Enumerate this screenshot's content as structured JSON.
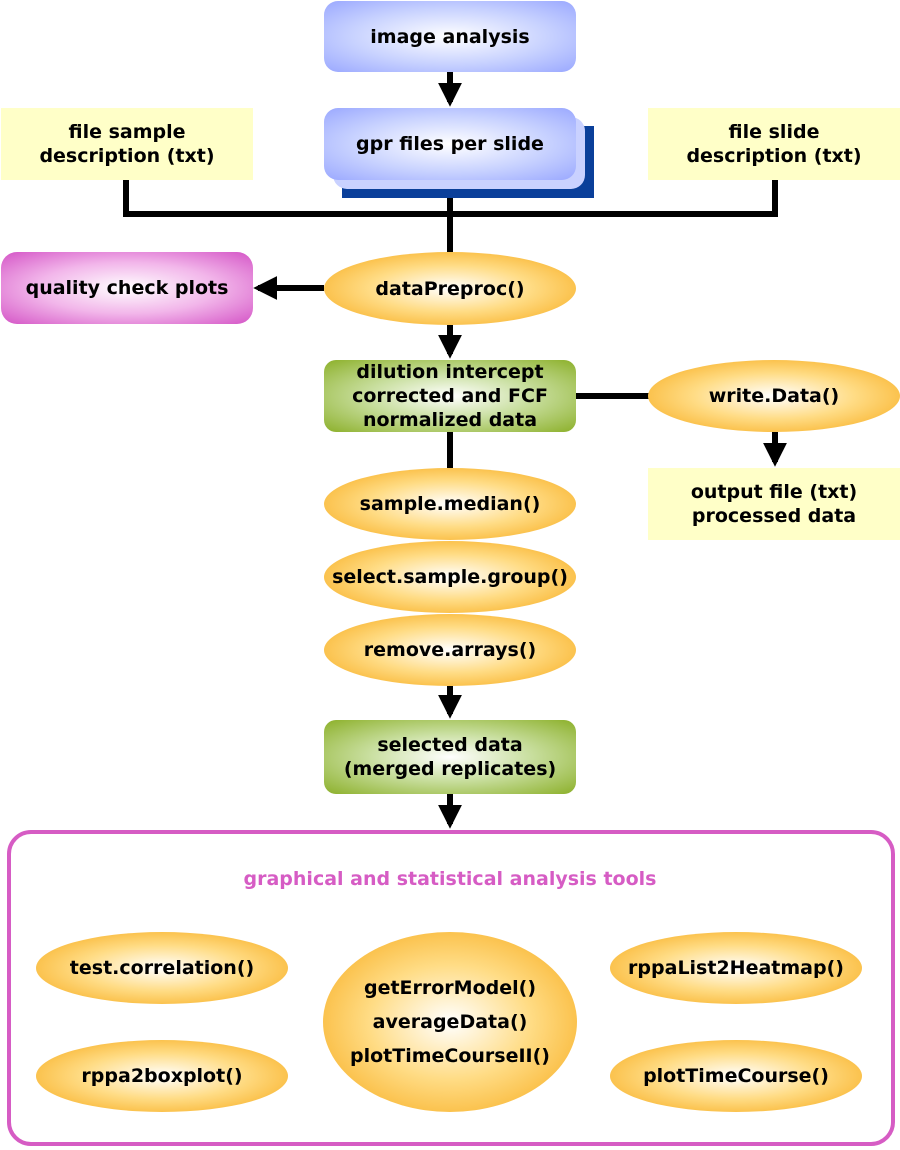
{
  "nodes": {
    "image_analysis": "image analysis",
    "gpr_files": "gpr files per slide",
    "file_sample_line1": "file sample",
    "file_sample_line2": "description (txt)",
    "file_slide_line1": "file slide",
    "file_slide_line2": "description (txt)",
    "quality_check": "quality check plots",
    "data_preproc": "dataPreproc()",
    "dilution_line1": "dilution intercept",
    "dilution_line2": "corrected and FCF",
    "dilution_line3": "normalized data",
    "write_data": "write.Data()",
    "output_line1": "output file (txt)",
    "output_line2": "processed data",
    "sample_median": "sample.median()",
    "select_sample_group": "select.sample.group()",
    "remove_arrays": "remove.arrays()",
    "selected_line1": "selected data",
    "selected_line2": "(merged replicates)"
  },
  "tools": {
    "title": "graphical and statistical analysis tools",
    "test_correlation": "test.correlation()",
    "rppa2boxplot": "rppa2boxplot()",
    "get_error_model": "getErrorModel()",
    "average_data": "averageData()",
    "plot_time_course_ii": "plotTimeCourseII()",
    "rppa_list2heatmap": "rppaList2Heatmap()",
    "plot_time_course": "plotTimeCourse()"
  },
  "colors": {
    "blue_node": "#9aa8ff",
    "blue_shadow": "#0a3f9a",
    "yellow_node": "#ffffc8",
    "purple_node": "#d454c6",
    "green_node": "#8cb02a",
    "orange_node": "#f6a50f",
    "panel_border": "#d65cc4",
    "connector": "#000000"
  }
}
